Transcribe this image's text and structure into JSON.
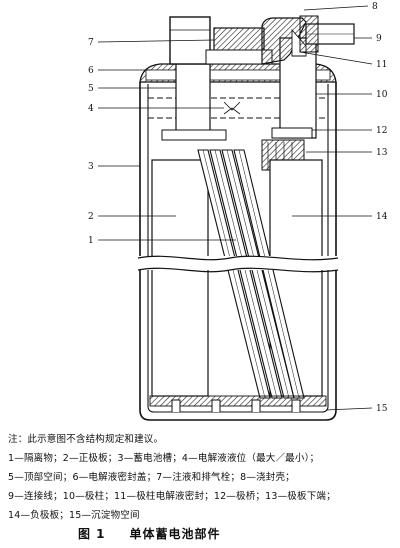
{
  "figure": {
    "callouts": [
      "8",
      "7",
      "9",
      "6",
      "11",
      "5",
      "10",
      "4",
      "12",
      "3",
      "13",
      "2",
      "14",
      "1",
      "15"
    ]
  },
  "note": "注：此示意图不含结构规定和建议。",
  "legend": [
    "1—隔离物；2—正极板；3—蓄电池槽；4—电解液液位（最大／最小）；",
    "5—顶部空间；6—电解液密封盖；7—注液和排气栓；8—浇封壳；",
    "9—连接线；10—极柱；11—极柱电解液密封；12—极桥；13—极板下端；",
    "14—负极板；15—沉淀物空间"
  ],
  "caption": {
    "number": "图 1",
    "title": "单体蓄电池部件"
  }
}
